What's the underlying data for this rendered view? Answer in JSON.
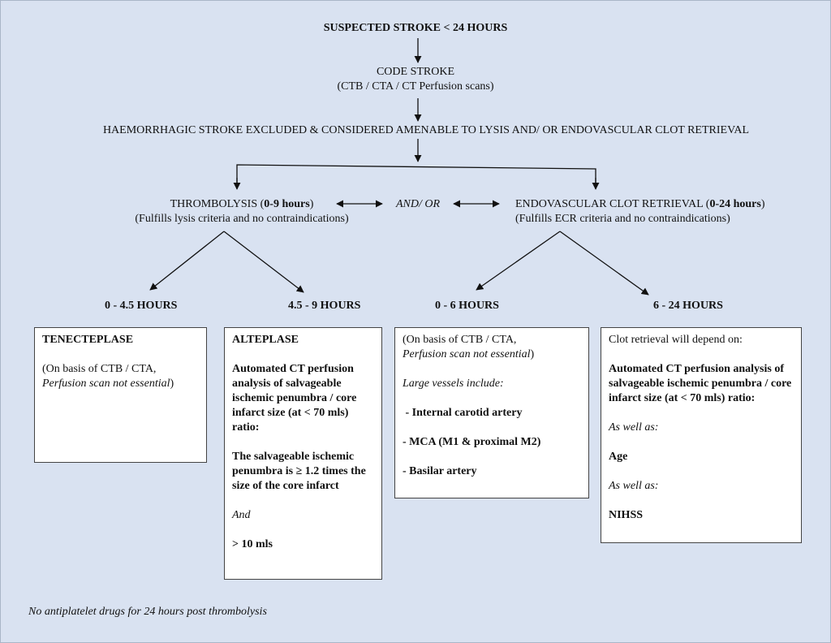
{
  "top": {
    "suspected": "SUSPECTED STROKE < 24 HOURS",
    "code": "CODE STROKE",
    "scans": "(CTB / CTA / CT Perfusion scans)",
    "excluded": "HAEMORRHAGIC STROKE EXCLUDED & CONSIDERED AMENABLE TO LYSIS AND/ OR ENDOVASCULAR CLOT RETRIEVAL"
  },
  "thrombolysis": {
    "title": "THROMBOLYSIS (",
    "hours": "0-9 hours",
    "close": ")",
    "criteria": "(Fulfills lysis criteria and no contraindications)"
  },
  "andor": "AND/ OR",
  "ecr": {
    "title": "ENDOVASCULAR CLOT RETRIEVAL (",
    "hours": "0-24 hours",
    "close": ")",
    "criteria": "(Fulfills ECR criteria and no contraindications)"
  },
  "windows": {
    "w1": "0 - 4.5 HOURS",
    "w2": "4.5 - 9 HOURS",
    "w3": "0 - 6 HOURS",
    "w4": "6 - 24 HOURS"
  },
  "box_tenecteplase": {
    "title": "TENECTEPLASE",
    "line1": "(On basis of CTB / CTA,",
    "line2": "Perfusion scan not essential",
    "line2_close": ")"
  },
  "box_alteplase": {
    "title": "ALTEPLASE",
    "analysis": "Automated CT perfusion analysis of salvageable ischemic penumbra / core infarct size (at < 70 mls) ratio:",
    "penumbra": "The salvageable ischemic penumbra is ≥ 1.2 times the size of the core infarct",
    "and": "And",
    "mls": "> 10 mls"
  },
  "box_ecr_early": {
    "line1": "(On basis of CTB / CTA,",
    "line2": "Perfusion scan not essential",
    "line2_close": ")",
    "vessels_label": "Large vessels include:",
    "v1": " - Internal carotid artery",
    "v2": "- MCA (M1 & proximal M2)",
    "v3": "- Basilar artery"
  },
  "box_ecr_late": {
    "intro": "Clot retrieval will depend on:",
    "analysis": "Automated CT perfusion analysis of salvageable ischemic penumbra / core infarct size (at < 70 mls) ratio:",
    "aswell1": "As well as:",
    "age": "Age",
    "aswell2": "As well as:",
    "nihss": "NIHSS"
  },
  "footer": "No antiplatelet drugs for 24 hours post thrombolysis"
}
